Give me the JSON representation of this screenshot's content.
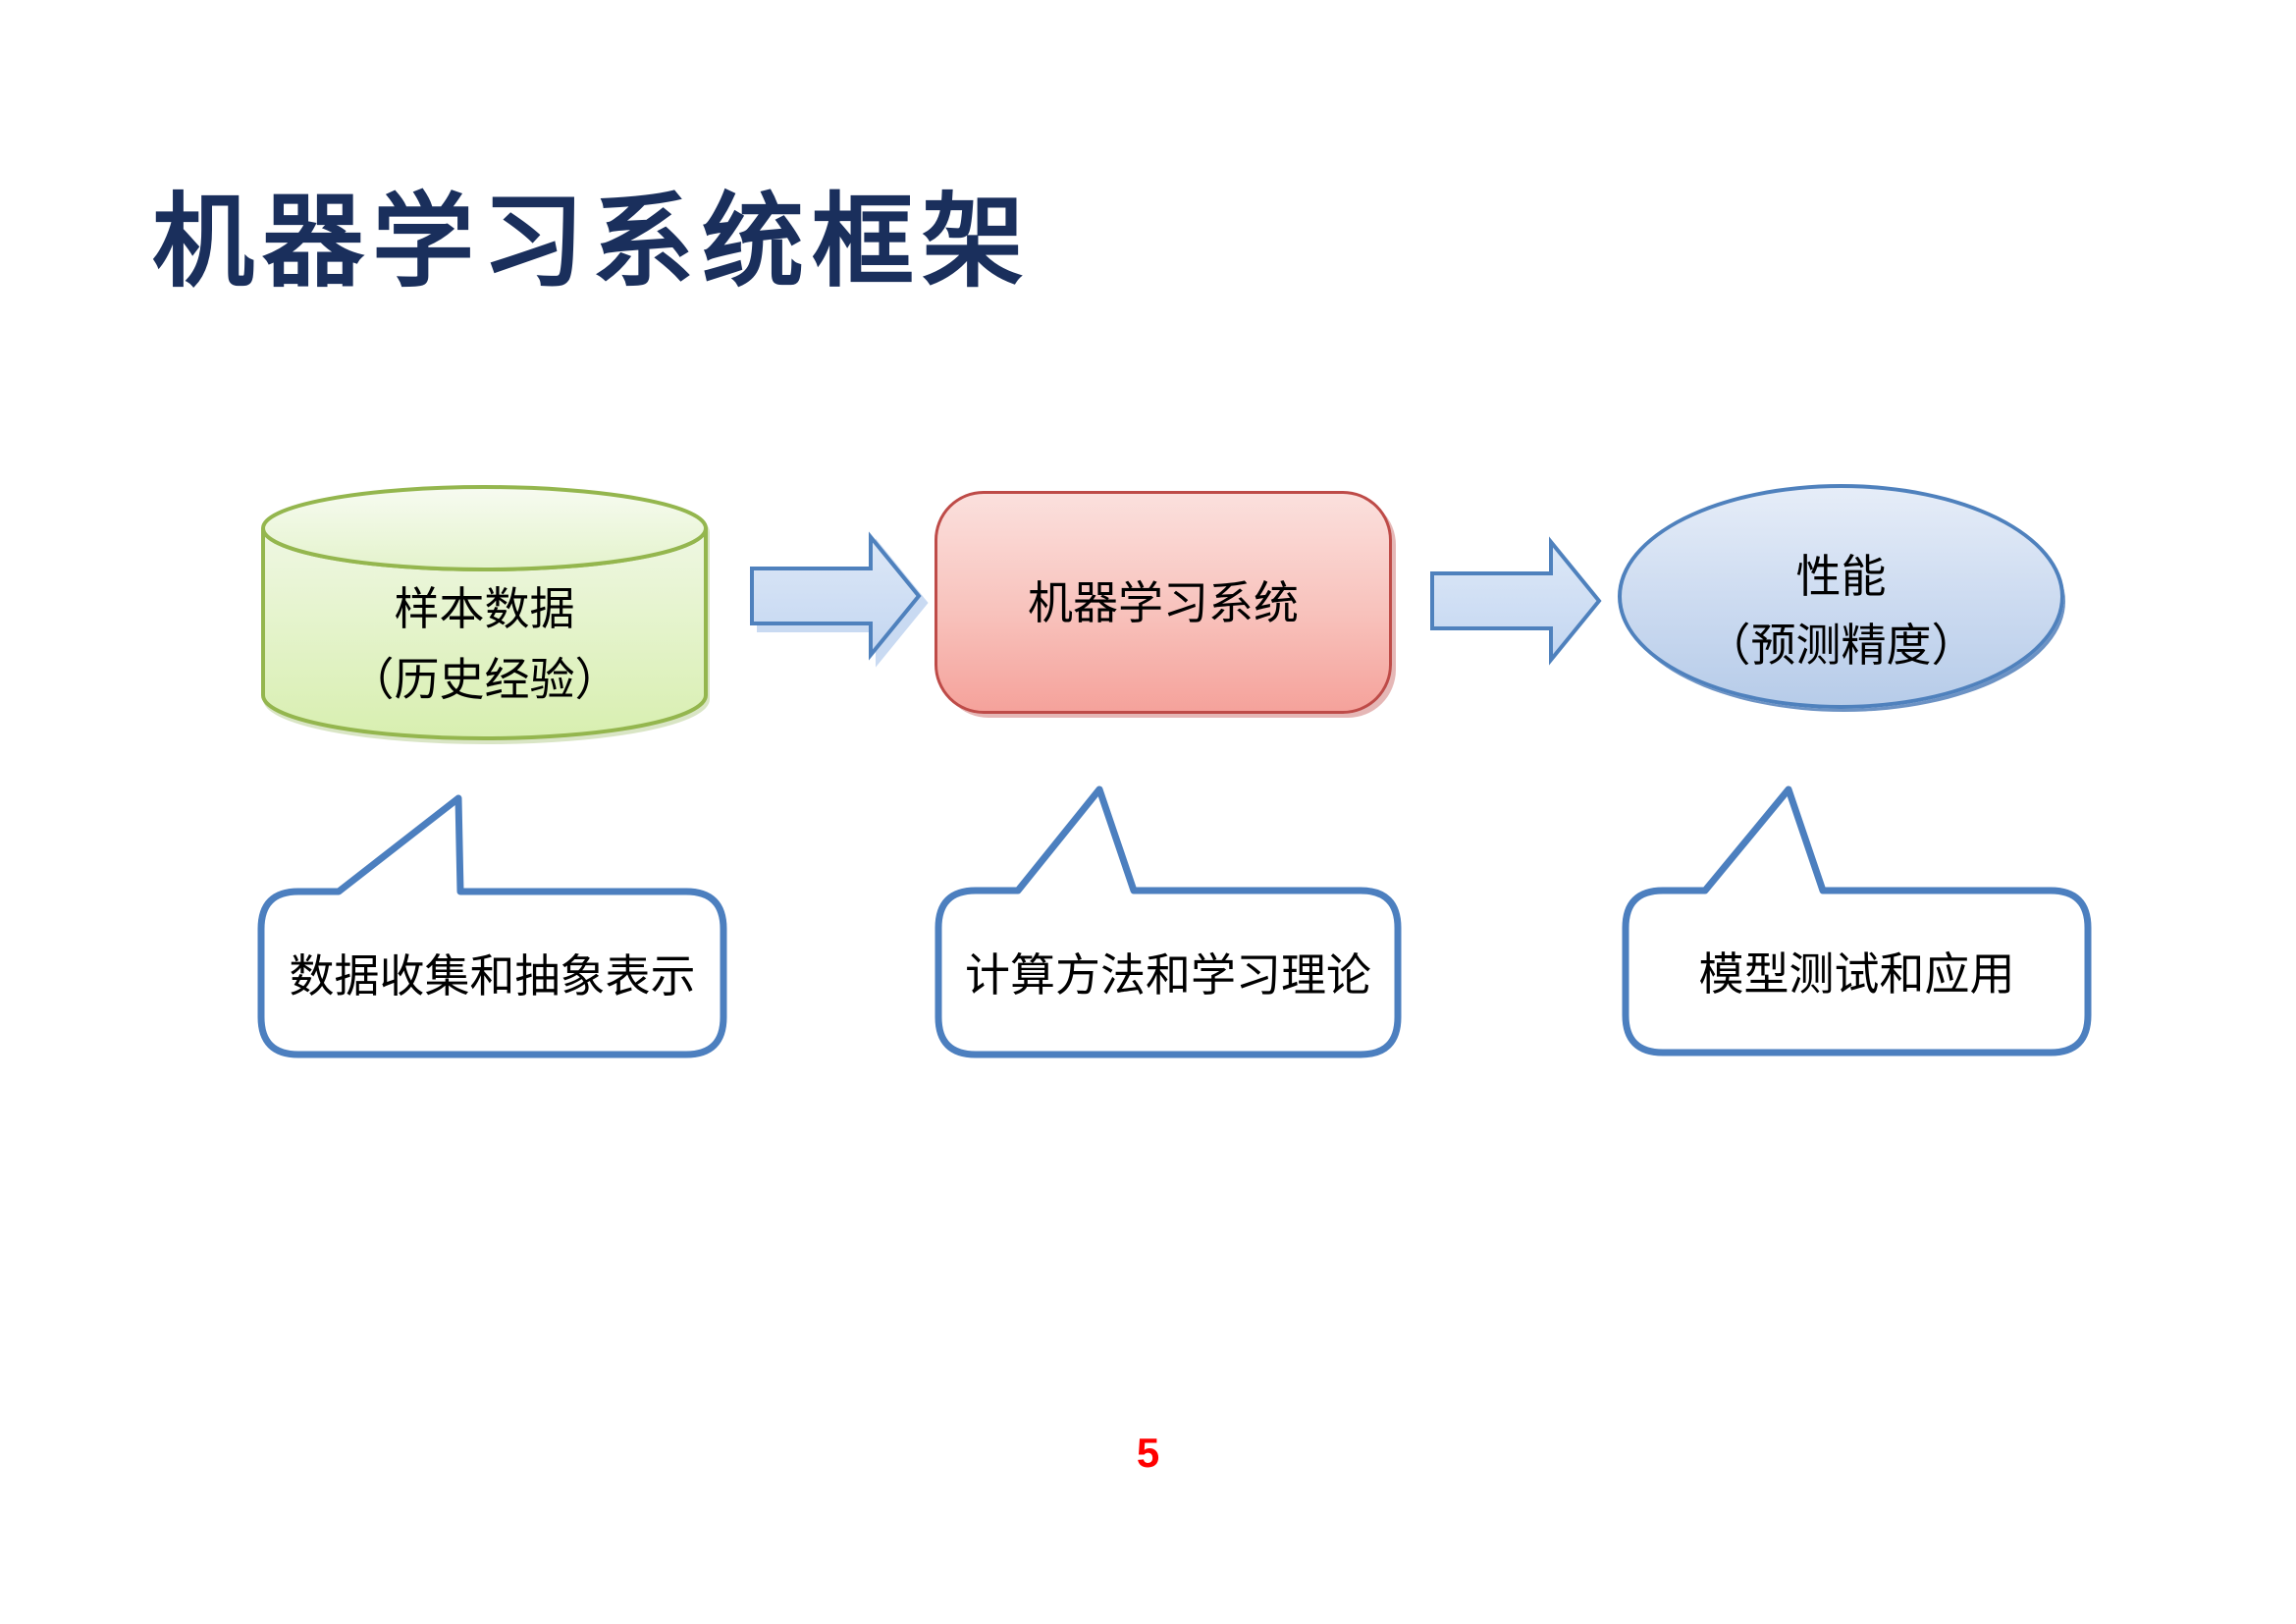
{
  "slide": {
    "title": "机器学习系统框架",
    "page_number": "5"
  },
  "colors": {
    "title_text": "#1A2F5C",
    "page_number": "#FF0000",
    "node_text": "#000000",
    "green_border": "#94B64E",
    "green_fill_top": "#EFF7E3",
    "green_fill_bottom": "#D8EFB0",
    "red_border": "#BE4B48",
    "red_fill_top": "#FBE0DD",
    "red_fill_bottom": "#F5A29B",
    "blue_border": "#4F81BD",
    "blue_fill_top": "#E6EDF8",
    "blue_fill_bottom": "#B7CCE9",
    "arrow_border": "#4F81BD",
    "arrow_fill_top": "#DDE8F7",
    "arrow_fill_bottom": "#C3D6F1",
    "callout_border": "#4C7FBF",
    "callout_fill": "#FFFFFF"
  },
  "diagram": {
    "nodes": [
      {
        "shape": "cylinder",
        "line1": "样本数据",
        "line2": "（历史经验）"
      },
      {
        "shape": "rounded-rectangle",
        "line1": "机器学习系统",
        "line2": ""
      },
      {
        "shape": "ellipse",
        "line1": "性能",
        "line2": "（预测精度）"
      }
    ],
    "arrows": [
      {
        "shape": "right-block-arrow"
      },
      {
        "shape": "right-block-arrow"
      }
    ],
    "callouts": [
      {
        "text": "数据收集和抽象表示"
      },
      {
        "text": "计算方法和学习理论"
      },
      {
        "text": "模型测试和应用"
      }
    ]
  }
}
